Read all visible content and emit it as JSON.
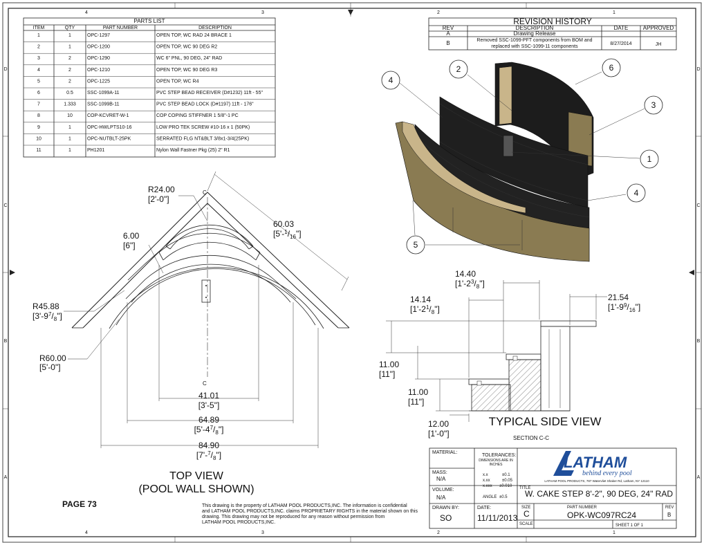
{
  "parts_list": {
    "title": "PARTS LIST",
    "headers": [
      "ITEM",
      "QTY",
      "PART NUMBER",
      "DESCRIPTION"
    ],
    "rows": [
      [
        "1",
        "1",
        "OPC-1297",
        "OPEN TOP, WC RAD 24 BRACE 1"
      ],
      [
        "2",
        "1",
        "OPC-1200",
        "OPEN TOP, WC 90 DEG R2"
      ],
      [
        "3",
        "2",
        "OPC-1290",
        "WC 6\" PNL, 90 DEG, 24\" RAD"
      ],
      [
        "4",
        "2",
        "OPC-1210",
        "OPEN TOP, WC 90 DEG R3"
      ],
      [
        "5",
        "2",
        "OPC-1225",
        "OPEN TOP, WC R4"
      ],
      [
        "6",
        "0.5",
        "SSC-1099A-11",
        "PVC STEP BEAD RECEIVER (D#1232) 11ft - 55\""
      ],
      [
        "7",
        "1.333",
        "SSC-1099B-11",
        "PVC STEP BEAD LOCK (D#1197) 11ft - 176\""
      ],
      [
        "8",
        "10",
        "COP-KCVRET-W-1",
        "COP COPING STIFFNER 1 5/8\"-1 PC"
      ],
      [
        "9",
        "1",
        "OPC-HWLPTS10-16",
        "LOW PRO TEK SCREW #10-16 x 1 (50PK)"
      ],
      [
        "10",
        "1",
        "OPC-NUTBLT-25PK",
        "SERRATED FLG NT&BLT 3/8x1-3/4(25PK)"
      ],
      [
        "11",
        "1",
        "PH1201",
        "Nylon Wall Fastner Pkg (25) 2\" R1"
      ]
    ]
  },
  "revision_history": {
    "title": "REVISION HISTORY",
    "headers": [
      "REV",
      "DESCRIPTION",
      "DATE",
      "APPROVED"
    ],
    "rows": [
      {
        "rev": "A",
        "desc1": "Drawing Release",
        "desc2": "",
        "date": "",
        "approved": ""
      },
      {
        "rev": "B",
        "desc1": "Removed SSC-1099-PFT components from BOM and",
        "desc2": "replaced with SSC-1099-11 components",
        "date": "8/27/2014",
        "approved": "JH"
      }
    ]
  },
  "zones": {
    "cols": [
      "4",
      "3",
      "2",
      "1"
    ],
    "rows": [
      "D",
      "C",
      "B",
      "A"
    ]
  },
  "top_view": {
    "title": "TOP VIEW",
    "subtitle": "(POOL WALL SHOWN)",
    "section_mark": "C",
    "dims": {
      "r24": "R24.00",
      "r24_ft": "[2'-0\"]",
      "w6": "6.00",
      "w6_ft": "[6\"]",
      "d6003": "60.03",
      "d6003_ft_a": "[5'-",
      "d6003_num": "1",
      "d6003_den": "16",
      "d6003_ft_b": "\"]",
      "r4588": "R45.88",
      "r4588_ft_a": "[3'-9",
      "r4588_num": "7",
      "r4588_den": "8",
      "r4588_ft_b": "\"]",
      "r60": "R60.00",
      "r60_ft": "[5'-0\"]",
      "d4101": "41.01",
      "d4101_ft": "[3'-5\"]",
      "d6489": "64.89",
      "d6489_ft_a": "[5'-4",
      "d6489_num": "7",
      "d6489_den": "8",
      "d6489_ft_b": "\"]",
      "d8490": "84.90",
      "d8490_ft_a": "[7'-",
      "d8490_num": "7",
      "d8490_den": "8",
      "d8490_ft_b": "\"]"
    }
  },
  "iso_view": {
    "balloons": [
      "4",
      "2",
      "6",
      "3",
      "1",
      "4",
      "5"
    ]
  },
  "side_view": {
    "title": "TYPICAL SIDE VIEW",
    "subtitle": "SECTION C-C",
    "dims": {
      "d1440": "14.40",
      "d1440_ft_a": "[1'-2",
      "d1440_num": "3",
      "d1440_den": "8",
      "d1440_ft_b": "\"]",
      "d1414": "14.14",
      "d1414_ft_a": "[1'-2",
      "d1414_num": "1",
      "d1414_den": "8",
      "d1414_ft_b": "\"]",
      "d2154": "21.54",
      "d2154_ft_a": "[1'-9",
      "d2154_num": "9",
      "d2154_den": "16",
      "d2154_ft_b": "\"]",
      "d1100a": "11.00",
      "d1100a_ft": "[11\"]",
      "d1100b": "11.00",
      "d1100b_ft": "[11\"]",
      "d1200": "12.00",
      "d1200_ft": "[1'-0\"]"
    }
  },
  "page_label": "PAGE 73",
  "disclaimer": [
    "This drawing is the property of LATHAM POOL PRODUCTS,INC. The information is confidential",
    "and LATHAM POOL PRODUCTS,INC. claims PROPRIETARY RIGHTS in the material shown on this",
    "drawing. This drawing may not be reproduced for any reason without permission from",
    "LATHAM POOL PRODUCTS,INC."
  ],
  "title_block": {
    "material_label": "MATERIAL:",
    "tolerances_label": "TOLERANCES:",
    "tol_sub1": "DIMENSIONS ARE IN",
    "tol_sub2": "INCHES",
    "tol_xx": "x.x",
    "tol_xx_val": "±0.1",
    "tol_xxx": "x.xx",
    "tol_xxx_val": "±0.05",
    "tol_xxxx": "x.xxx",
    "tol_xxxx_val": "±0.010",
    "tol_angle": "ANGLE",
    "tol_angle_val": "±0.5",
    "mass_label": "MASS:",
    "mass_value": "N/A",
    "volume_label": "VOLUME:",
    "volume_value": "N/A",
    "drawn_by_label": "DRAWN BY:",
    "drawn_by_value": "SO",
    "date_label": "DATE:",
    "date_value": "11/11/2013",
    "size_label": "SIZE",
    "size_value": "C",
    "scale_label": "SCALE",
    "part_number_label": "PART NUMBER",
    "part_number_value": "OPK-WC097RC24",
    "rev_label": "REV",
    "rev_value": "B",
    "title_label": "TITLE",
    "title_value": "W. CAKE STEP 8'-2\", 90 DEG, 24\" RAD",
    "sheet_label": "SHEET 1   OF 1",
    "logo_text": "LATHAM",
    "logo_tagline": "behind every pool",
    "address": "LATHAM POOL PRODUCTS, 787 Watervliet Shaker Rd, Latham, NY 12110"
  },
  "colors": {
    "logo_blue": "#1f4e9a",
    "panel_dark": "#1a1a1a",
    "panel_olive": "#8a7b52",
    "panel_tan": "#c9b58a"
  }
}
